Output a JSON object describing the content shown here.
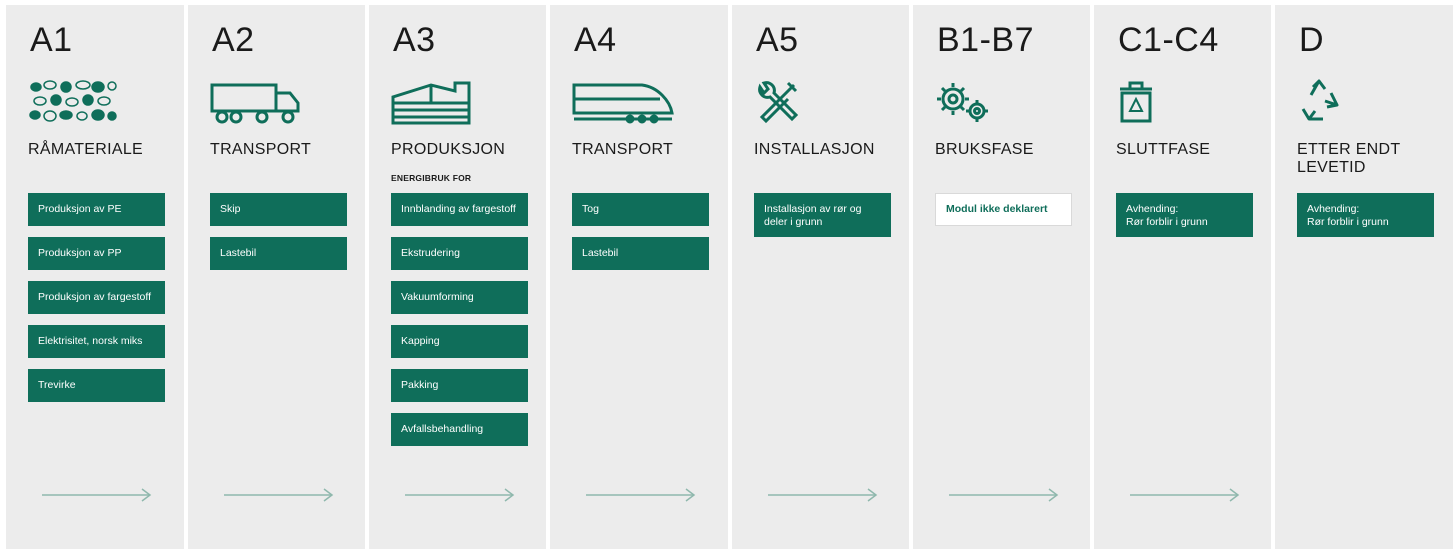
{
  "colors": {
    "panel": "#ececec",
    "accent": "#0f6e5a",
    "text": "#1a1a1a",
    "arrow": "#8fb8ad"
  },
  "stages": [
    {
      "code": "A1",
      "icon": "raw-materials-icon",
      "title": "RÅMATERIALE",
      "items": [
        "Produksjon av PE",
        "Produksjon av PP",
        "Produksjon av fargestoff",
        "Elektrisitet, norsk miks",
        "Trevirke"
      ]
    },
    {
      "code": "A2",
      "icon": "truck-icon",
      "title": "TRANSPORT",
      "items": [
        "Skip",
        "Lastebil"
      ]
    },
    {
      "code": "A3",
      "icon": "factory-icon",
      "title": "PRODUKSJON",
      "note": "ENERGIBRUK FOR",
      "items": [
        "Innblanding av fargestoff",
        "Ekstrudering",
        "Vakuumforming",
        "Kapping",
        "Pakking",
        "Avfallsbehandling"
      ]
    },
    {
      "code": "A4",
      "icon": "train-icon",
      "title": "TRANSPORT",
      "items": [
        "Tog",
        "Lastebil"
      ]
    },
    {
      "code": "A5",
      "icon": "tools-icon",
      "title": "INSTALLASJON",
      "items": [
        "Installasjon av rør og deler i grunn"
      ]
    },
    {
      "code": "B1-B7",
      "icon": "gears-icon",
      "title": "BRUKSFASE",
      "items": [
        "Modul ikke deklarert"
      ]
    },
    {
      "code": "C1-C4",
      "icon": "recycle-bin-icon",
      "title": "SLUTTFASE",
      "items": [
        "Avhending:\nRør forblir i grunn"
      ]
    },
    {
      "code": "D",
      "icon": "recycle-icon",
      "title": "ETTER ENDT LEVETID",
      "items": [
        "Avhending:\nRør forblir i grunn"
      ]
    }
  ]
}
